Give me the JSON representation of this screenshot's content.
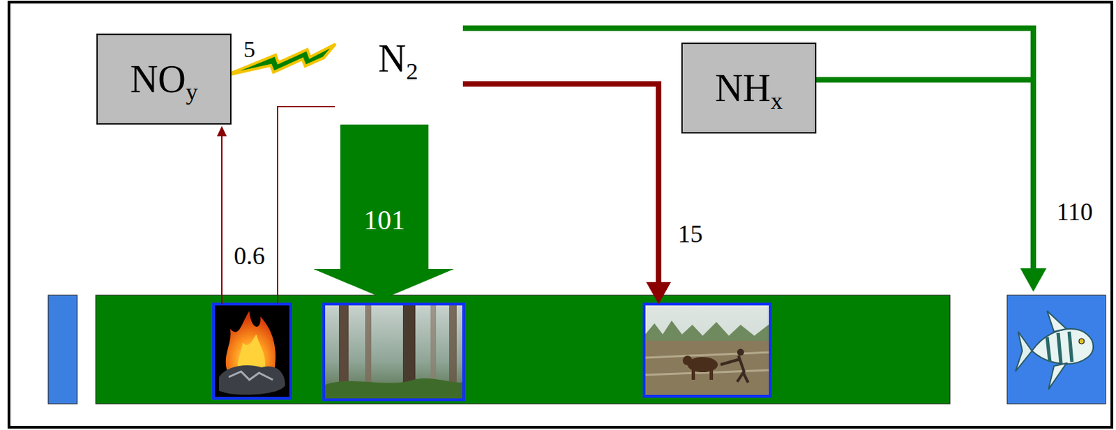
{
  "diagram": {
    "nodes": [
      {
        "text": [
          "NOy"
        ]
      },
      {
        "text": [
          "NHx"
        ]
      }
    ],
    "labels": [
      "5",
      "N2",
      "0.6",
      "101",
      "15",
      "110"
    ]
  }
}
